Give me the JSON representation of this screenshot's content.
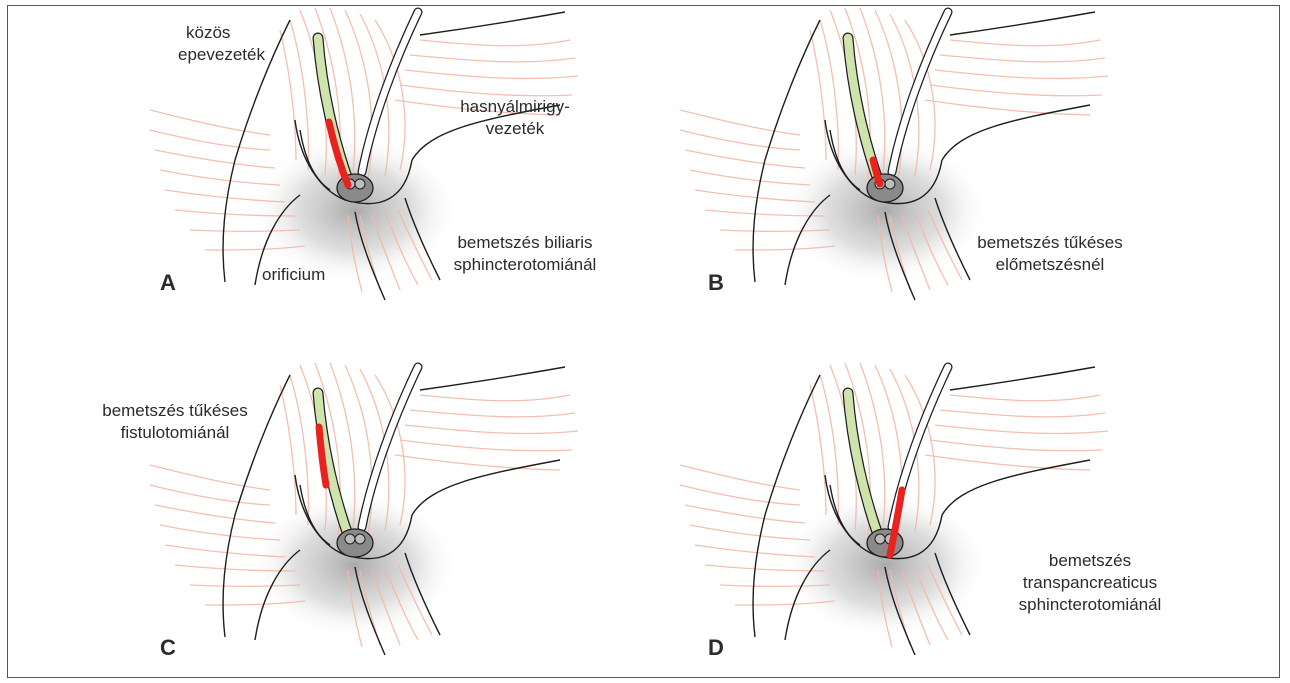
{
  "panels": {
    "a": {
      "letter": "A",
      "label_bile_duct_1": "közös",
      "label_bile_duct_2": "epevezeték",
      "label_pancreatic_1": "hasnyálmirigy-",
      "label_pancreatic_2": "vezeték",
      "label_orifice": "orificium",
      "label_incision_1": "bemetszés biliaris",
      "label_incision_2": "sphincterotomiánál"
    },
    "b": {
      "letter": "B",
      "label_incision_1": "bemetszés tűkéses",
      "label_incision_2": "előmetszésnél"
    },
    "c": {
      "letter": "C",
      "label_incision_1": "bemetszés tűkéses",
      "label_incision_2": "fistulotomiánál"
    },
    "d": {
      "letter": "D",
      "label_incision_1": "bemetszés",
      "label_incision_2": "transpancreaticus",
      "label_incision_3": "sphincterotomiánál"
    }
  },
  "colors": {
    "bile_duct": "#cfe3ad",
    "incision": "#e8231f",
    "muscle_fiber": "#f2b9a8",
    "shadow": "#9a9a9a",
    "outline": "#1e1e1e"
  }
}
